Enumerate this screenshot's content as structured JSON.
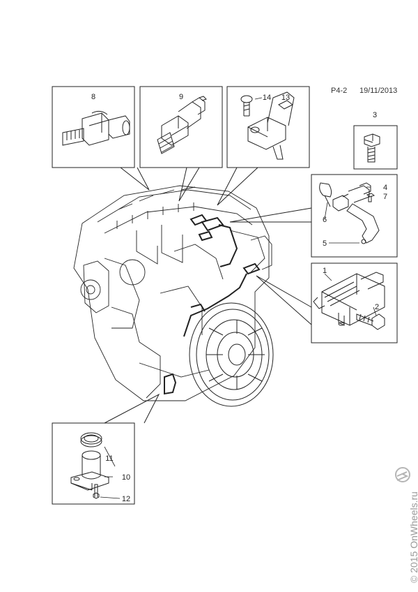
{
  "header": {
    "page_code": "P4-2",
    "date": "19/11/2013"
  },
  "callouts": {
    "c1": "1",
    "c2": "2",
    "c3": "3",
    "c4": "4",
    "c5": "5",
    "c6": "6",
    "c7": "7",
    "c8": "8",
    "c9": "9",
    "c10": "10",
    "c11": "11",
    "c12": "12",
    "c13": "13",
    "c14": "14"
  },
  "watermark": "© 2015 OnWheels.ru",
  "colors": {
    "line": "#222222",
    "background": "#ffffff",
    "watermark": "#9a9a9a"
  }
}
